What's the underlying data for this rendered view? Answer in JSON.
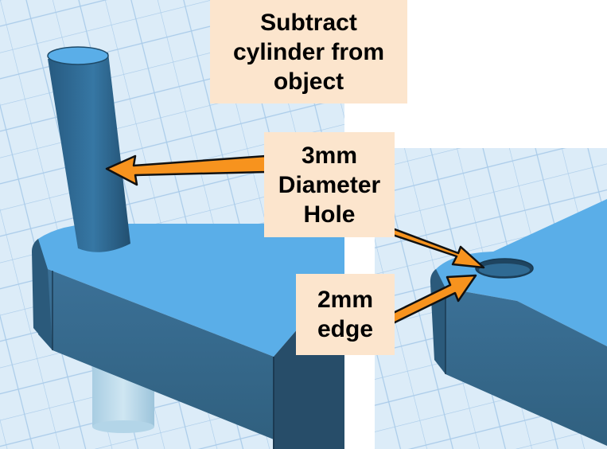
{
  "colors": {
    "grid_background": "#dcecf8",
    "grid_line": "#9fc4e6",
    "cube_top": "#5aaee8",
    "cube_side": "#376d93",
    "cube_dark": "#2a5575",
    "cylinder": "#2f6a93",
    "ghost_cylinder": "#b9d9ea",
    "label_background": "#fce5cd",
    "arrow": "#f7931e",
    "arrow_outline": "#111111"
  },
  "labels": {
    "subtract": {
      "line1": "Subtract",
      "line2": "cylinder from",
      "line3": "object"
    },
    "hole": {
      "line1": "3mm",
      "line2": "Diameter",
      "line3": "Hole"
    },
    "edge": {
      "line1": "2mm",
      "line2": "edge"
    }
  },
  "panels": {
    "left": "Model with cylinder positioned for subtraction",
    "right": "Model after subtraction showing hole"
  }
}
